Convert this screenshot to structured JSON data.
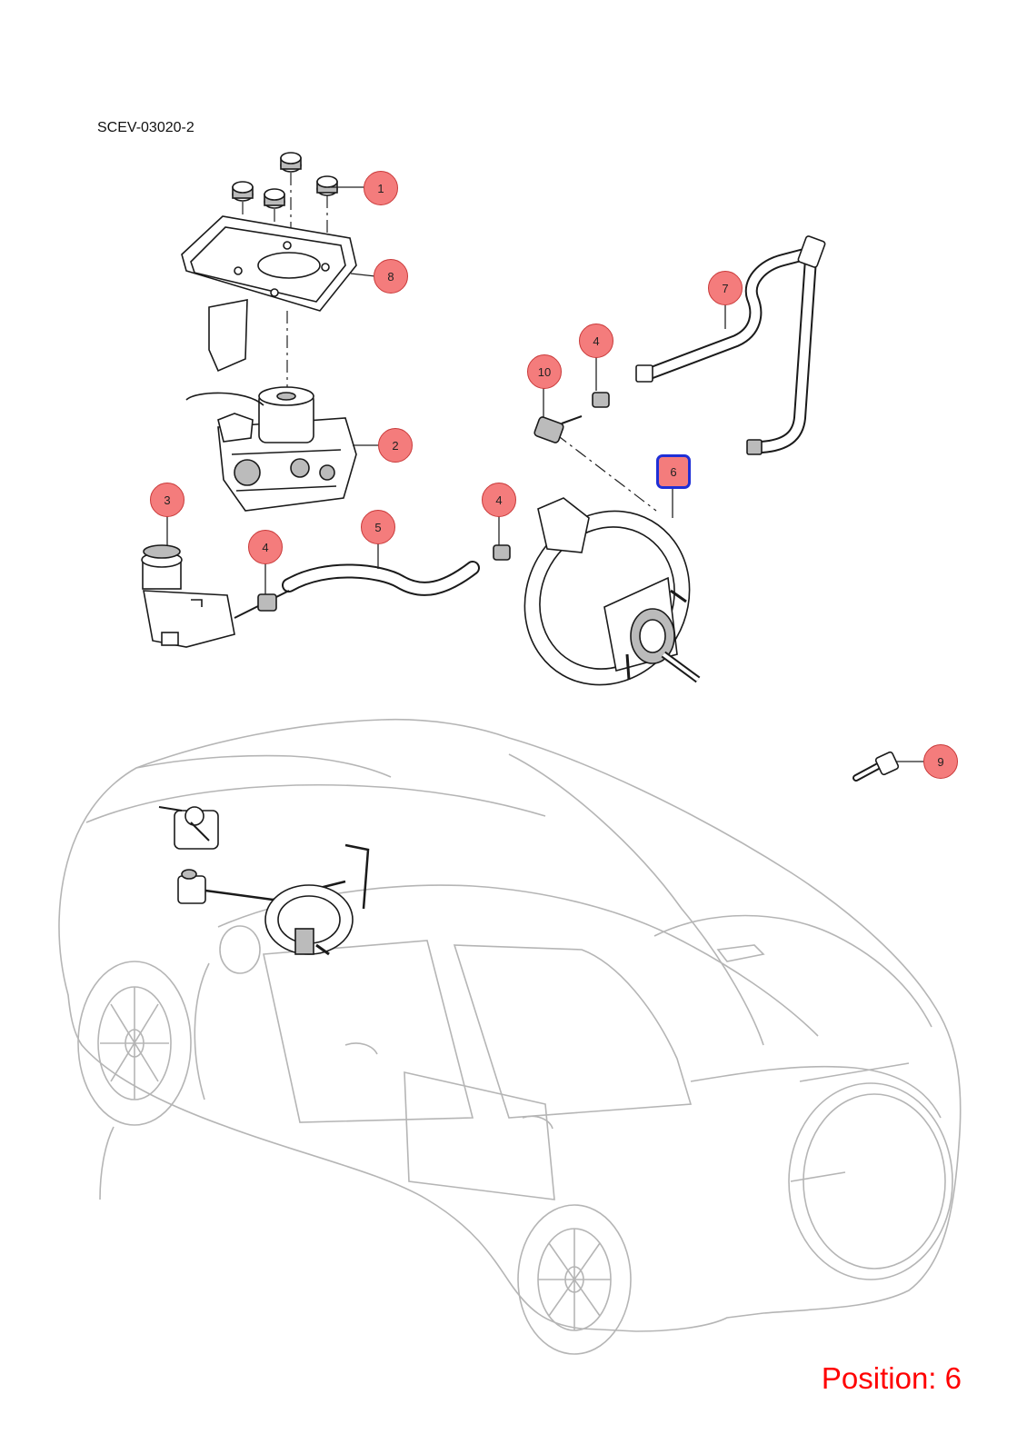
{
  "diagram": {
    "code": "SCEV-03020-2",
    "position_label": "Position: 6",
    "selected_callout": "6",
    "callouts": [
      {
        "label": "1"
      },
      {
        "label": "8"
      },
      {
        "label": "7"
      },
      {
        "label": "4"
      },
      {
        "label": "10"
      },
      {
        "label": "2"
      },
      {
        "label": "6"
      },
      {
        "label": "3"
      },
      {
        "label": "4"
      },
      {
        "label": "5"
      },
      {
        "label": "4"
      },
      {
        "label": "9"
      }
    ]
  },
  "colors": {
    "callout_fill": "#f47c7c",
    "selected_border": "#1f2fd6",
    "position_text": "#ff0000",
    "car_outline": "#b5b5b5"
  }
}
